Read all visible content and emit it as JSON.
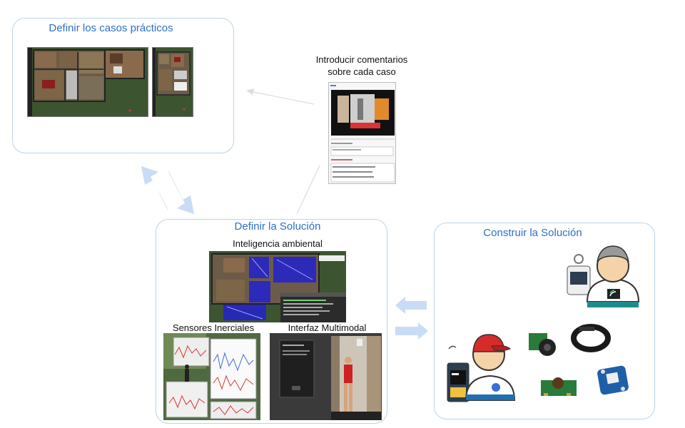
{
  "boxes": {
    "cases": {
      "title": "Definir los casos prácticos"
    },
    "solution": {
      "title": "Definir la Solución"
    },
    "build": {
      "title": "Construir la Solución"
    }
  },
  "labels": {
    "comments": "Introducir comentarios\nsobre cada caso",
    "ambient": "Inteligencia ambiental",
    "inertial": "Sensores Inerciales",
    "multimodal": "Interfaz Multimodal"
  },
  "colors": {
    "title_blue": "#2f6fc9",
    "box_border": "#b9d3ea",
    "arrow_fill": "#c9dcf5",
    "floor_green": "#3f5a32",
    "wall_dark": "#2b2b2b",
    "blue_sensor": "#2222cc"
  },
  "icons": {
    "ambient_screenshot": "floorplan-with-sensors",
    "inertial_screenshot": "plot-windows",
    "multimodal_screenshot": "phone-and-avatar",
    "developer_person": "person-gray-hair-icon",
    "maker_person": "person-red-cap-icon"
  }
}
